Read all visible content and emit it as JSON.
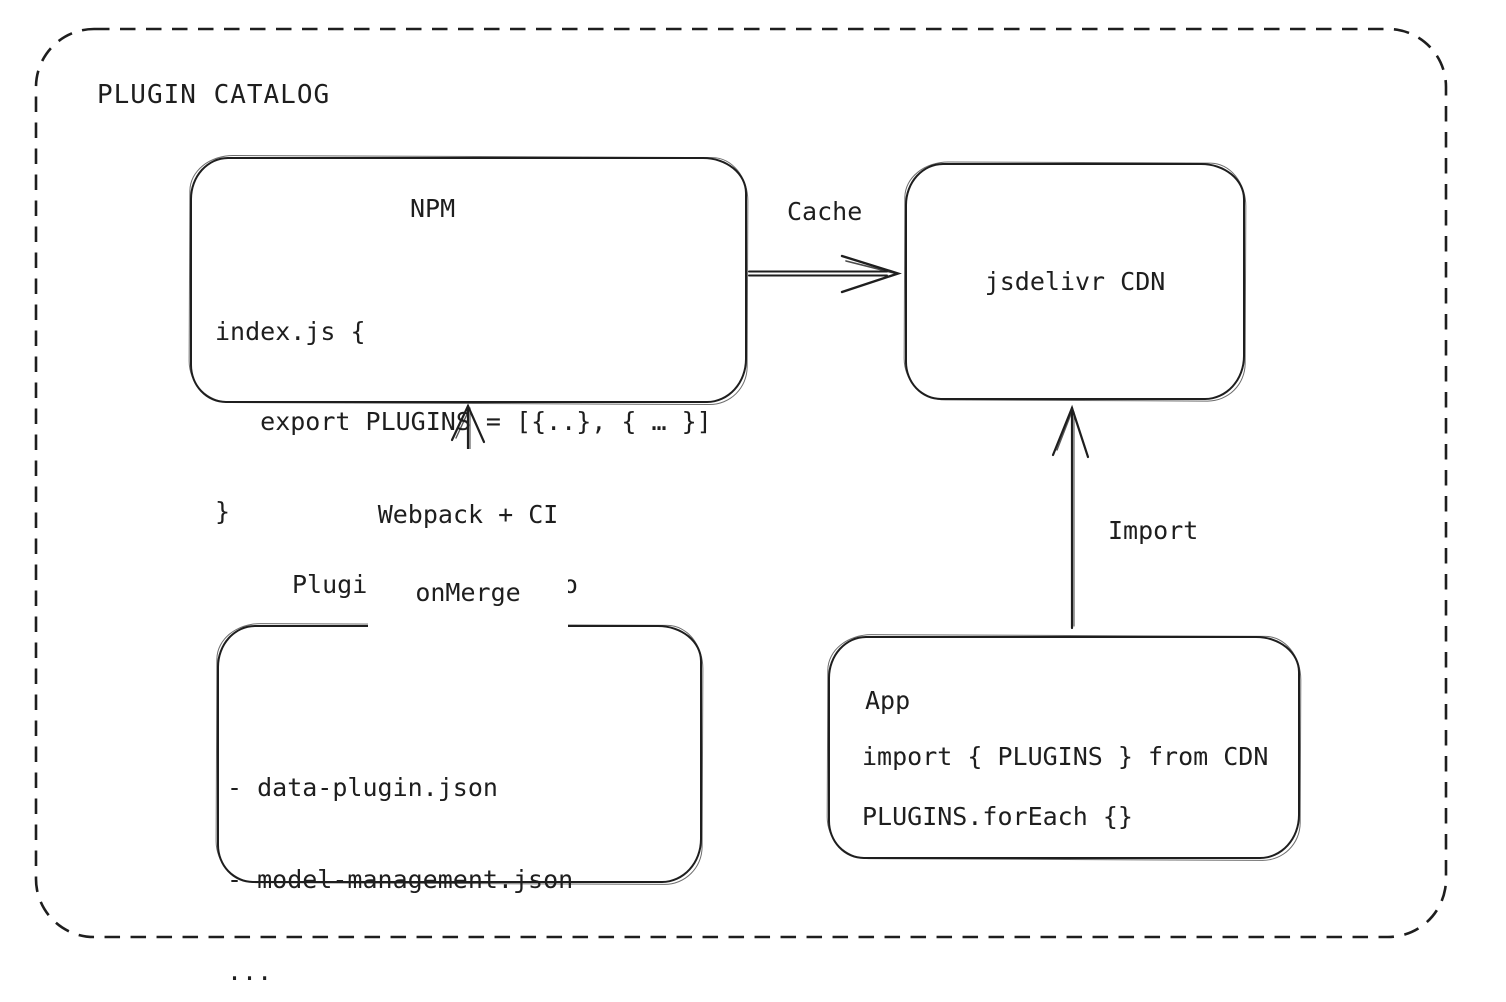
{
  "frame": {
    "title": "PLUGIN CATALOG"
  },
  "npm": {
    "title": "NPM",
    "code_lines": [
      "index.js {",
      "   export PLUGINS = [{..}, { … }]",
      "}"
    ]
  },
  "cdn": {
    "title": "jsdelivr CDN"
  },
  "repo": {
    "title": "Plugin Catalog Repo",
    "items": [
      "- data-plugin.json",
      "- model-management.json",
      "..."
    ]
  },
  "app": {
    "title": "App",
    "code_lines": [
      "import { PLUGINS } from CDN",
      "PLUGINS.forEach {}"
    ]
  },
  "arrows": {
    "cache_label": "Cache",
    "build_label_line1": "Webpack + CI",
    "build_label_line2": "onMerge",
    "import_label": "Import"
  },
  "colors": {
    "stroke": "#1e1e1e",
    "background": "#ffffff"
  }
}
